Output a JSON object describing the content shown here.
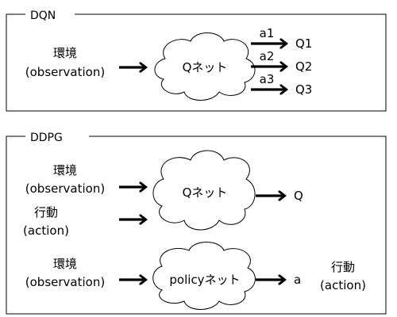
{
  "dqn": {
    "title": "DQN",
    "input_line1": "環境",
    "input_line2": "(observation)",
    "net_label": "Qネット",
    "outputs": [
      {
        "action": "a1",
        "value": "Q1"
      },
      {
        "action": "a2",
        "value": "Q2"
      },
      {
        "action": "a3",
        "value": "Q3"
      }
    ]
  },
  "ddpg": {
    "title": "DDPG",
    "critic": {
      "input1_line1": "環境",
      "input1_line2": "(observation)",
      "input2_line1": "行動",
      "input2_line2": "(action)",
      "net_label": "Qネット",
      "output": "Q"
    },
    "actor": {
      "input_line1": "環境",
      "input_line2": "(observation)",
      "net_label": "policyネット",
      "output": "a",
      "output_note_line1": "行動",
      "output_note_line2": "(action)"
    }
  }
}
